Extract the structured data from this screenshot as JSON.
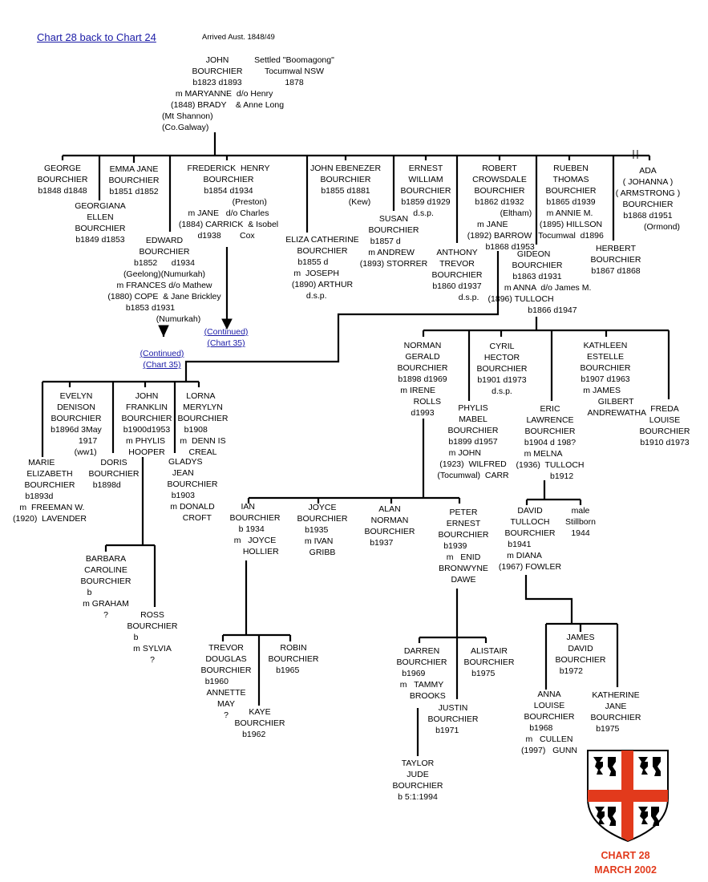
{
  "header": {
    "back_link": "Chart 28 back to Chart 24",
    "arrived": "Arrived Aust. 1848/49",
    "settled": "Settled \"Boomagong\"\nTocumwal NSW\n1878"
  },
  "continued_links": [
    {
      "text": "(Continued)\n(Chart 35)"
    },
    {
      "text": "(Continued)\n(Chart 35)"
    }
  ],
  "people": {
    "john": "JOHN\nBOURCHIER\nb1823 d1893",
    "john_marriage": "  m MARYANNE  d/o Henry\n(1848) BRADY    & Anne Long",
    "john_origin": "(Mt Shannon)\n(Co.Galway)",
    "george": "GEORGE\nBOURCHIER\nb1848 d1848",
    "georgiana": "GEORGIANA\nELLEN\nBOURCHIER\nb1849 d1853",
    "emma": "EMMA JANE\nBOURCHIER\nb1851 d1852",
    "edward": "EDWARD\nBOURCHIER\nb1852      d1934\n(Geelong)(Numurkah)\nm FRANCES d/o Mathew\n(1880) COPE  & Jane Brickley\nb1853 d1931            \n            (Numurkah)",
    "frederick": "FREDERICK  HENRY\nBOURCHIER\nb1854 d1934\n                  (Preston)\nm JANE   d/o Charles\n(1884) CARRICK  & Isobel\nd1938        Cox  ",
    "john_ebenezer": "JOHN EBENEZER\nBOURCHIER\nb1855 d1881\n            (Kew)",
    "eliza": "ELIZA CATHERINE\nBOURCHIER\nb1855 d        \nm  JOSEPH     \n(1890) ARTHUR\nd.s.p.     ",
    "susan": "SUSAN\nBOURCHIER\nb1857 d       \nm ANDREW  \n(1893) STORRER",
    "ernest": "ERNEST\nWILLIAM\nBOURCHIER\nb1859 d1929\nd.s.p.  ",
    "anthony": "ANTHONY\nTREVOR\nBOURCHIER\nb1860 d1937\n          d.s.p.",
    "robert": "ROBERT\nCROWSDALE\nBOURCHIER\nb1862 d1932\n              (Eltham)\n     m JANE           \n(1892) BARROW\n         b1868 d1953",
    "gideon": "GIDEON   \nBOURCHIER\nb1863 d1931\n         m ANNA  d/o James M.\n(1896) TULLOCH              \n             b1866 d1947",
    "rueben": "RUEBEN\nTHOMAS\nBOURCHIER\nb1865 d1939\nm ANNIE M. \n(1895) HILLSON\nTocumwal  d1896",
    "herbert": "HERBERT\nBOURCHIER\nb1867 d1868",
    "ada": "ADA\n( JOHANNA )\n( ARMSTRONG )\nBOURCHIER\nb1868 d1951\n            (Ormond)",
    "evelyn": "EVELYN\nDENISON\nBOURCHIER\nb1896d 3May\n          1917\n        (ww1)",
    "marie": "MARIE       \nELIZABETH\nBOURCHIER\nb1893d         \n  m  FREEMAN W.\n(1920)  LAVENDER",
    "doris": "DORIS\nBOURCHIER\nb1898d      ",
    "john_franklin": "JOHN\nFRANKLIN\nBOURCHIER\nb1900d1953\nm PHYLIS \nHOOPER",
    "gladys": "GLADYS      \nJEAN        \nBOURCHIER\nb1903        \nm DONALD\n    CROFT",
    "lorna": "LORNA  \nMERYLYN\nBOURCHIER\nb1908      \nm  DENN IS\nCREAL",
    "barbara": "BARBARA\nCAROLINE\nBOURCHIER\nb              \nm GRAHAM\n?",
    "ross": "ROSS\nBOURCHIER\nb              \nm SYLVIA\n?",
    "norman": "NORMAN\nGERALD\nBOURCHIER\nb1898 d1969\nm IRENE    \n    ROLLS\nd1993",
    "cyril": "CYRIL\nHECTOR\nBOURCHIER\nb1901 d1973\nd.s.p.",
    "kathleen": "KATHLEEN\nESTELLE\nBOURCHIER\nb1907 d1963\nm JAMES   \n         GILBERT\n          ANDREWATHA",
    "phylis": "PHYLIS\nMABEL\nBOURCHIER\nb1899 d1957\nm JOHN       \n(1923)  WILFRED\n(Tocumwal)  CARR",
    "eric": "ERIC\nLAWRENCE\nBOURCHIER\nb1904 d 198?\nm MELNA      \n(1936)  TULLOCH\n          b1912",
    "freda": "FREDA\nLOUISE\nBOURCHIER\nb1910 d1973",
    "ian": "IAN      \nBOURCHIER\nb 1934   \nm   JOYCE\n     HOLLIER",
    "joyce": "JOYCE\nBOURCHIER\nb1935     \nm IVAN   \nGRIBB",
    "alan": "ALAN\nNORMAN\nBOURCHIER\nb1937       ",
    "peter": "PETER\nERNEST\nBOURCHIER\nb1939       \nm   ENID\nBRONWYNE\nDAWE",
    "david": "DAVID\nTULLOCH\nBOURCHIER\nb1941         \nm DIANA     \n(1967) FOWLER",
    "stillborn": "male\nStillborn\n1944",
    "trevor": "TREVOR\nDOUGLAS\nBOURCHIER\nb1960        \nANNETTE\nMAY\n?",
    "robin": "ROBIN\nBOURCHIER\nb1965     ",
    "kaye": "KAYE\nBOURCHIER\nb1962     ",
    "darren": "DARREN\nBOURCHIER\nb1969       \nm   TAMMY\n     BROOKS",
    "alistair": "ALISTAIR\nBOURCHIER\nb1975     ",
    "justin": "JUSTIN\nBOURCHIER\nb1971     ",
    "taylor": "TAYLOR\nJUDE\nBOURCHIER\nb 5:1:1994",
    "james": "JAMES\nDAVID\nBOURCHIER\nb1972        ",
    "anna": "ANNA\nLOUISE\nBOURCHIER\nb1968       \nm   CULLEN\n(1997)   GUNN",
    "katherine": "KATHERINE\nJANE\nBOURCHIER\nb1975       "
  },
  "footer": {
    "chart": "CHART 28",
    "date": "MARCH 2002"
  },
  "colors": {
    "link": "#1a1aa6",
    "accent": "#e23a1c"
  }
}
